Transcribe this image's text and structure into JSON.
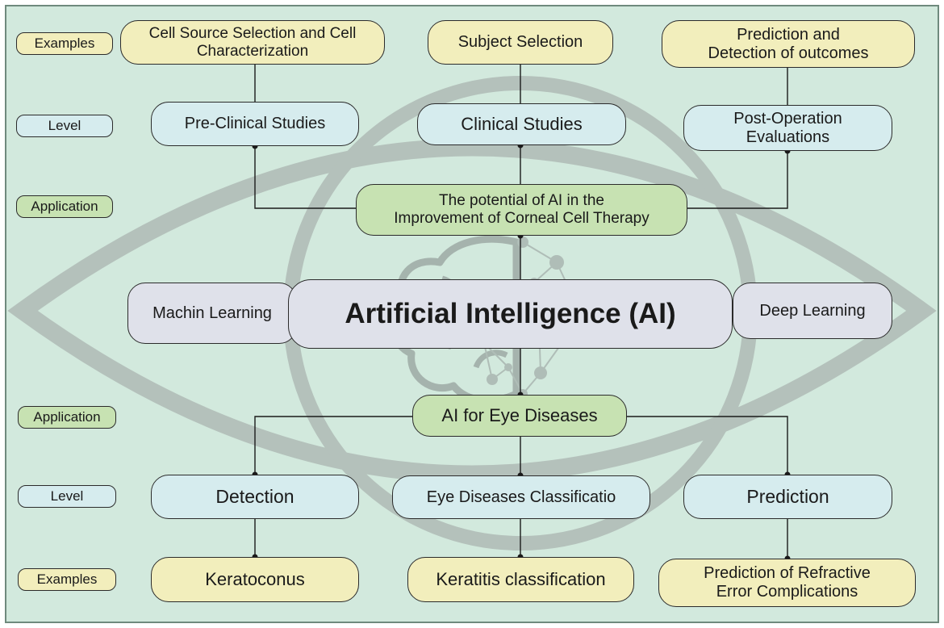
{
  "colors": {
    "background": "#d2e9dd",
    "examples_box": "#f2eebc",
    "level_box": "#d6ecee",
    "application_box": "#c7e2b2",
    "ai_box": "#dfe1ea",
    "watermark": "#b4c1bb",
    "line": "#1a1a1a"
  },
  "row_labels": {
    "top_examples": "Examples",
    "top_level": "Level",
    "top_application": "Application",
    "bottom_application": "Application",
    "bottom_level": "Level",
    "bottom_examples": "Examples"
  },
  "top": {
    "examples": [
      "Cell Source Selection and Cell\nCharacterization",
      "Subject Selection",
      "Prediction and\nDetection of outcomes"
    ],
    "levels": [
      "Pre-Clinical Studies",
      "Clinical Studies",
      "Post-Operation\nEvaluations"
    ],
    "application": "The potential of AI in the\nImprovement of Corneal Cell Therapy"
  },
  "center": {
    "left": "Machin Learning",
    "main": "Artificial Intelligence (AI)",
    "right": "Deep Learning"
  },
  "bottom": {
    "application": "AI for Eye Diseases",
    "levels": [
      "Detection",
      "Eye Diseases Classificatio",
      "Prediction"
    ],
    "examples": [
      "Keratoconus",
      "Keratitis classification",
      "Prediction  of Refractive\nError Complications"
    ]
  },
  "watermark_icons": [
    "eye-outline-icon",
    "brain-network-icon"
  ]
}
